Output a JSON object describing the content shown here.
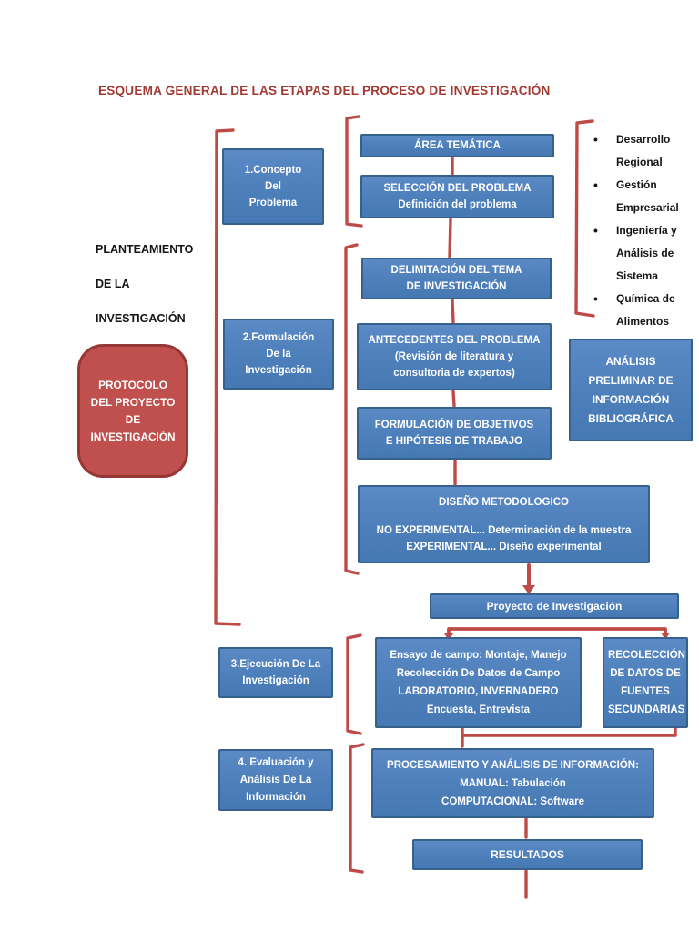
{
  "title": "ESQUEMA GENERAL DE LAS ETAPAS DEL PROCESO DE INVESTIGACIÓN",
  "left_label": {
    "lines": [
      "PLANTEAMIENTO",
      "DE LA",
      "INVESTIGACIÓN"
    ]
  },
  "protocolo": {
    "lines": [
      "PROTOCOLO",
      "DEL PROYECTO",
      "DE",
      "INVESTIGACIÓN"
    ]
  },
  "topics": [
    "Desarrollo Regional",
    "Gestión Empresarial",
    "Ingeniería y Análisis de Sistema",
    "Química de Alimentos"
  ],
  "boxes": {
    "concepto": {
      "lines": [
        "1.Concepto",
        "Del",
        "Problema"
      ]
    },
    "area": {
      "lines": [
        "ÁREA TEMÁTICA"
      ]
    },
    "seleccion": {
      "lines": [
        "SELECCIÓN DEL PROBLEMA",
        "Definición del problema"
      ]
    },
    "formulacion": {
      "lines": [
        "2.Formulación",
        "De la",
        "Investigación"
      ]
    },
    "delimitacion": {
      "lines": [
        "DELIMITACIÓN DEL TEMA",
        "DE INVESTIGACIÓN"
      ]
    },
    "antecedentes": {
      "lines": [
        "ANTECEDENTES DEL PROBLEMA",
        "(Revisión de literatura y",
        "consultoria de expertos)"
      ]
    },
    "analisis": {
      "lines": [
        "ANÁLISIS",
        "PRELIMINAR DE",
        "INFORMACIÓN",
        "BIBLIOGRÁFICA"
      ]
    },
    "objetivos": {
      "lines": [
        "FORMULACIÓN DE OBJETIVOS",
        "E HIPÓTESIS DE TRABAJO"
      ]
    },
    "diseno": {
      "lines": [
        "DISEÑO METODOLOGICO",
        "NO EXPERIMENTAL... Determinación de la muestra",
        "EXPERIMENTAL... Diseño experimental"
      ]
    },
    "proyecto": {
      "lines": [
        "Proyecto de Investigación"
      ]
    },
    "ejecucion": {
      "lines": [
        "3.Ejecución De La",
        "Investigación"
      ]
    },
    "ensayo": {
      "lines": [
        "Ensayo de campo: Montaje, Manejo",
        "Recolección De Datos de Campo",
        "LABORATORIO, INVERNADERO",
        "Encuesta, Entrevista"
      ]
    },
    "recoleccion": {
      "lines": [
        "RECOLECCIÓN",
        "DE DATOS DE",
        "FUENTES",
        "SECUNDARIAS"
      ]
    },
    "evaluacion": {
      "lines": [
        "4. Evaluación y",
        "Análisis De La",
        "Información"
      ]
    },
    "procesamiento": {
      "lines": [
        "PROCESAMIENTO Y ANÁLISIS DE INFORMACIÓN:",
        "MANUAL: Tabulación",
        "COMPUTACIONAL: Software"
      ]
    },
    "resultados": {
      "lines": [
        "RESULTADOS"
      ]
    }
  },
  "colors": {
    "blue_box_fill": "#4E80BC",
    "blue_box_border": "#36618C",
    "red_box_fill": "#C0504D",
    "red_box_border": "#953735",
    "connector_red": "#BE4B48",
    "title_red": "#A03A33",
    "text_black": "#151515",
    "box_text_white": "#FFFFFF"
  }
}
